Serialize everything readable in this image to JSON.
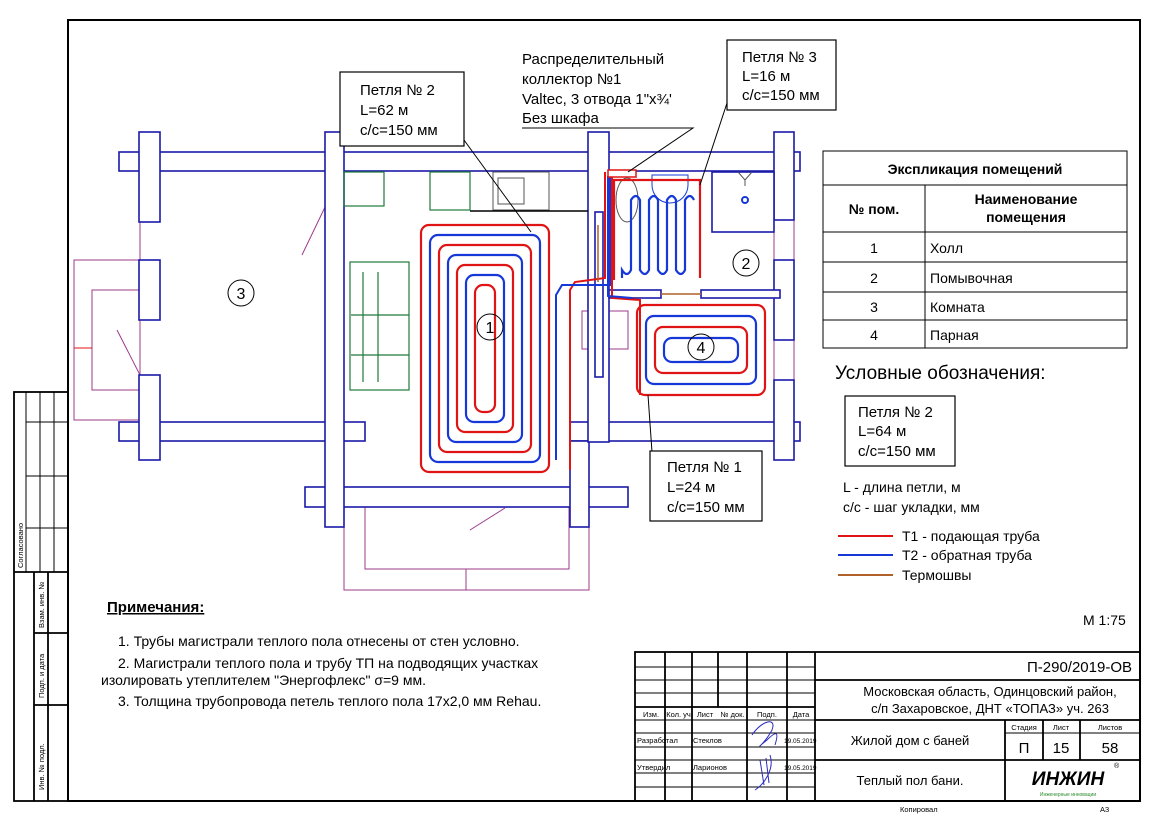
{
  "colors": {
    "supply": "#e01414",
    "return": "#1638d8",
    "thermal": "#b0602a",
    "walls": "#1a1aa8",
    "furniture": "#1f7a3a",
    "openings": "#9b3b8a"
  },
  "rooms": [
    {
      "number": "1"
    },
    {
      "number": "2"
    },
    {
      "number": "3"
    },
    {
      "number": "4"
    }
  ],
  "callouts": {
    "loop2": {
      "line1": "Петля № 2",
      "line2": "L=62 м",
      "line3": "с/с=150 мм"
    },
    "collector": {
      "line1": "Распределительный",
      "line2": "коллектор №1",
      "line3": "Valtec, 3 отвода 1\"х¾'",
      "line4": "Без шкафа"
    },
    "loop3": {
      "line1": "Петля № 3",
      "line2": "L=16 м",
      "line3": "с/с=150 мм"
    },
    "loop1": {
      "line1": "Петля № 1",
      "line2": "L=24 м",
      "line3": "с/с=150 мм"
    }
  },
  "explication": {
    "title": "Экспликация помещений",
    "col_number": "№ пом.",
    "col_name_1": "Наименование",
    "col_name_2": "помещения",
    "rows": [
      {
        "num": "1",
        "name": "Холл"
      },
      {
        "num": "2",
        "name": "Помывочная"
      },
      {
        "num": "3",
        "name": "Комната"
      },
      {
        "num": "4",
        "name": "Парная"
      }
    ]
  },
  "legend": {
    "title": "Условные обозначения:",
    "sample": {
      "line1": "Петля № 2",
      "line2": "L=64 м",
      "line3": "с/с=150 мм"
    },
    "l_desc": "L - длина петли, м",
    "cc_desc": "с/с - шаг укладки, мм",
    "items": [
      {
        "label": "Т1 - подающая труба",
        "color": "#e01414"
      },
      {
        "label": "Т2 - обратная труба",
        "color": "#1638d8"
      },
      {
        "label": "Термошвы",
        "color": "#b0602a"
      }
    ],
    "scale": "М 1:75"
  },
  "notes": {
    "title": "Примечания:",
    "items": [
      "1.   Трубы магистрали теплого пола отнесены от стен условно.",
      "2.   Магистрали теплого пола и трубу ТП на подводящих участках",
      "изолировать утеплителем \"Энергофлекс\" σ=9 мм.",
      "3.   Толщина трубопровода петель теплого пола 17х2,0 мм Rehau."
    ]
  },
  "title_block": {
    "doc_code": "П-290/2019-ОВ",
    "address_1": "Московская область, Одинцовский район,",
    "address_2": "с/п Захаровское, ДНТ «ТОПАЗ» уч. 263",
    "object": "Жилой дом с баней",
    "sheet_title": "Теплый пол бани.",
    "headers": [
      "Изм.",
      "Кол. уч",
      "Лист",
      "№ док.",
      "Подп.",
      "Дата"
    ],
    "developed_label": "Разработал",
    "developed_name": "Стеклов",
    "developed_date": "19.05.2019",
    "approved_label": "Утвердил",
    "approved_name": "Ларионов",
    "approved_date": "19.05.2019",
    "stage_label": "Стадия",
    "sheet_label": "Лист",
    "sheets_label": "Листов",
    "stage": "П",
    "sheet": "15",
    "sheets": "58",
    "logo": "ИНЖИН",
    "logo_sub": "Инженерные инновации",
    "copied": "Копировал",
    "format": "А3"
  },
  "side_stamp": {
    "agreed": "Согласовано",
    "replaced_inv": "Взам. инв. №",
    "sign_date": "Подп. и дата",
    "inv_orig": "Инв. № подл."
  }
}
